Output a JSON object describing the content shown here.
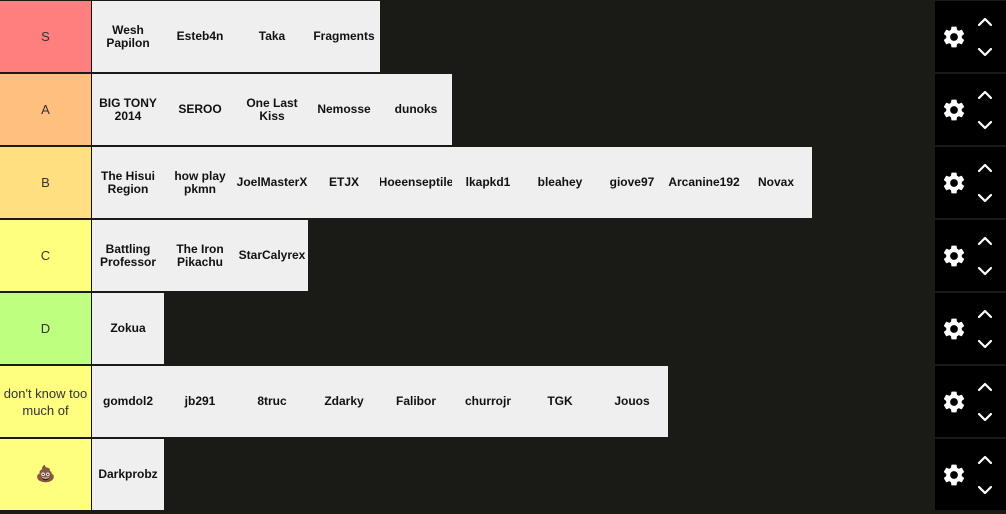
{
  "colors": {
    "background": "#1a1a17",
    "items_bg": "#efefef",
    "controls_bg": "#000000"
  },
  "tiers": [
    {
      "label": "S",
      "color": "#ff7f7f",
      "items": [
        "Wesh Papilon",
        "Esteb4n",
        "Taka",
        "Fragments"
      ]
    },
    {
      "label": "A",
      "color": "#ffbf7f",
      "items": [
        "BIG TONY 2014",
        "SEROO",
        "One Last Kiss",
        "Nemosse",
        "dunoks"
      ]
    },
    {
      "label": "B",
      "color": "#ffdf7f",
      "items": [
        "The Hisui Region",
        "how play pkmn",
        "JoelMasterX",
        "ETJX",
        "Hoeenseptile",
        "lkapkd1",
        "bleahey",
        "giove97",
        "Arcanine192",
        "Novax"
      ]
    },
    {
      "label": "C",
      "color": "#ffff7f",
      "items": [
        "Battling Professor",
        "The Iron Pikachu",
        "StarCalyrex"
      ]
    },
    {
      "label": "D",
      "color": "#bfff7f",
      "items": [
        "Zokua"
      ]
    },
    {
      "label": "don't know too much of",
      "color": "#ffff7f",
      "items": [
        "gomdol2",
        "jb291",
        "8truc",
        "Zdarky",
        "Falibor",
        "churrojr",
        "TGK",
        "Jouos"
      ]
    },
    {
      "label": "💩",
      "color": "#ffff7f",
      "items": [
        "Darkprobz"
      ]
    }
  ],
  "icons": {
    "settings": "gear-icon",
    "move_up": "chevron-up-icon",
    "move_down": "chevron-down-icon"
  }
}
